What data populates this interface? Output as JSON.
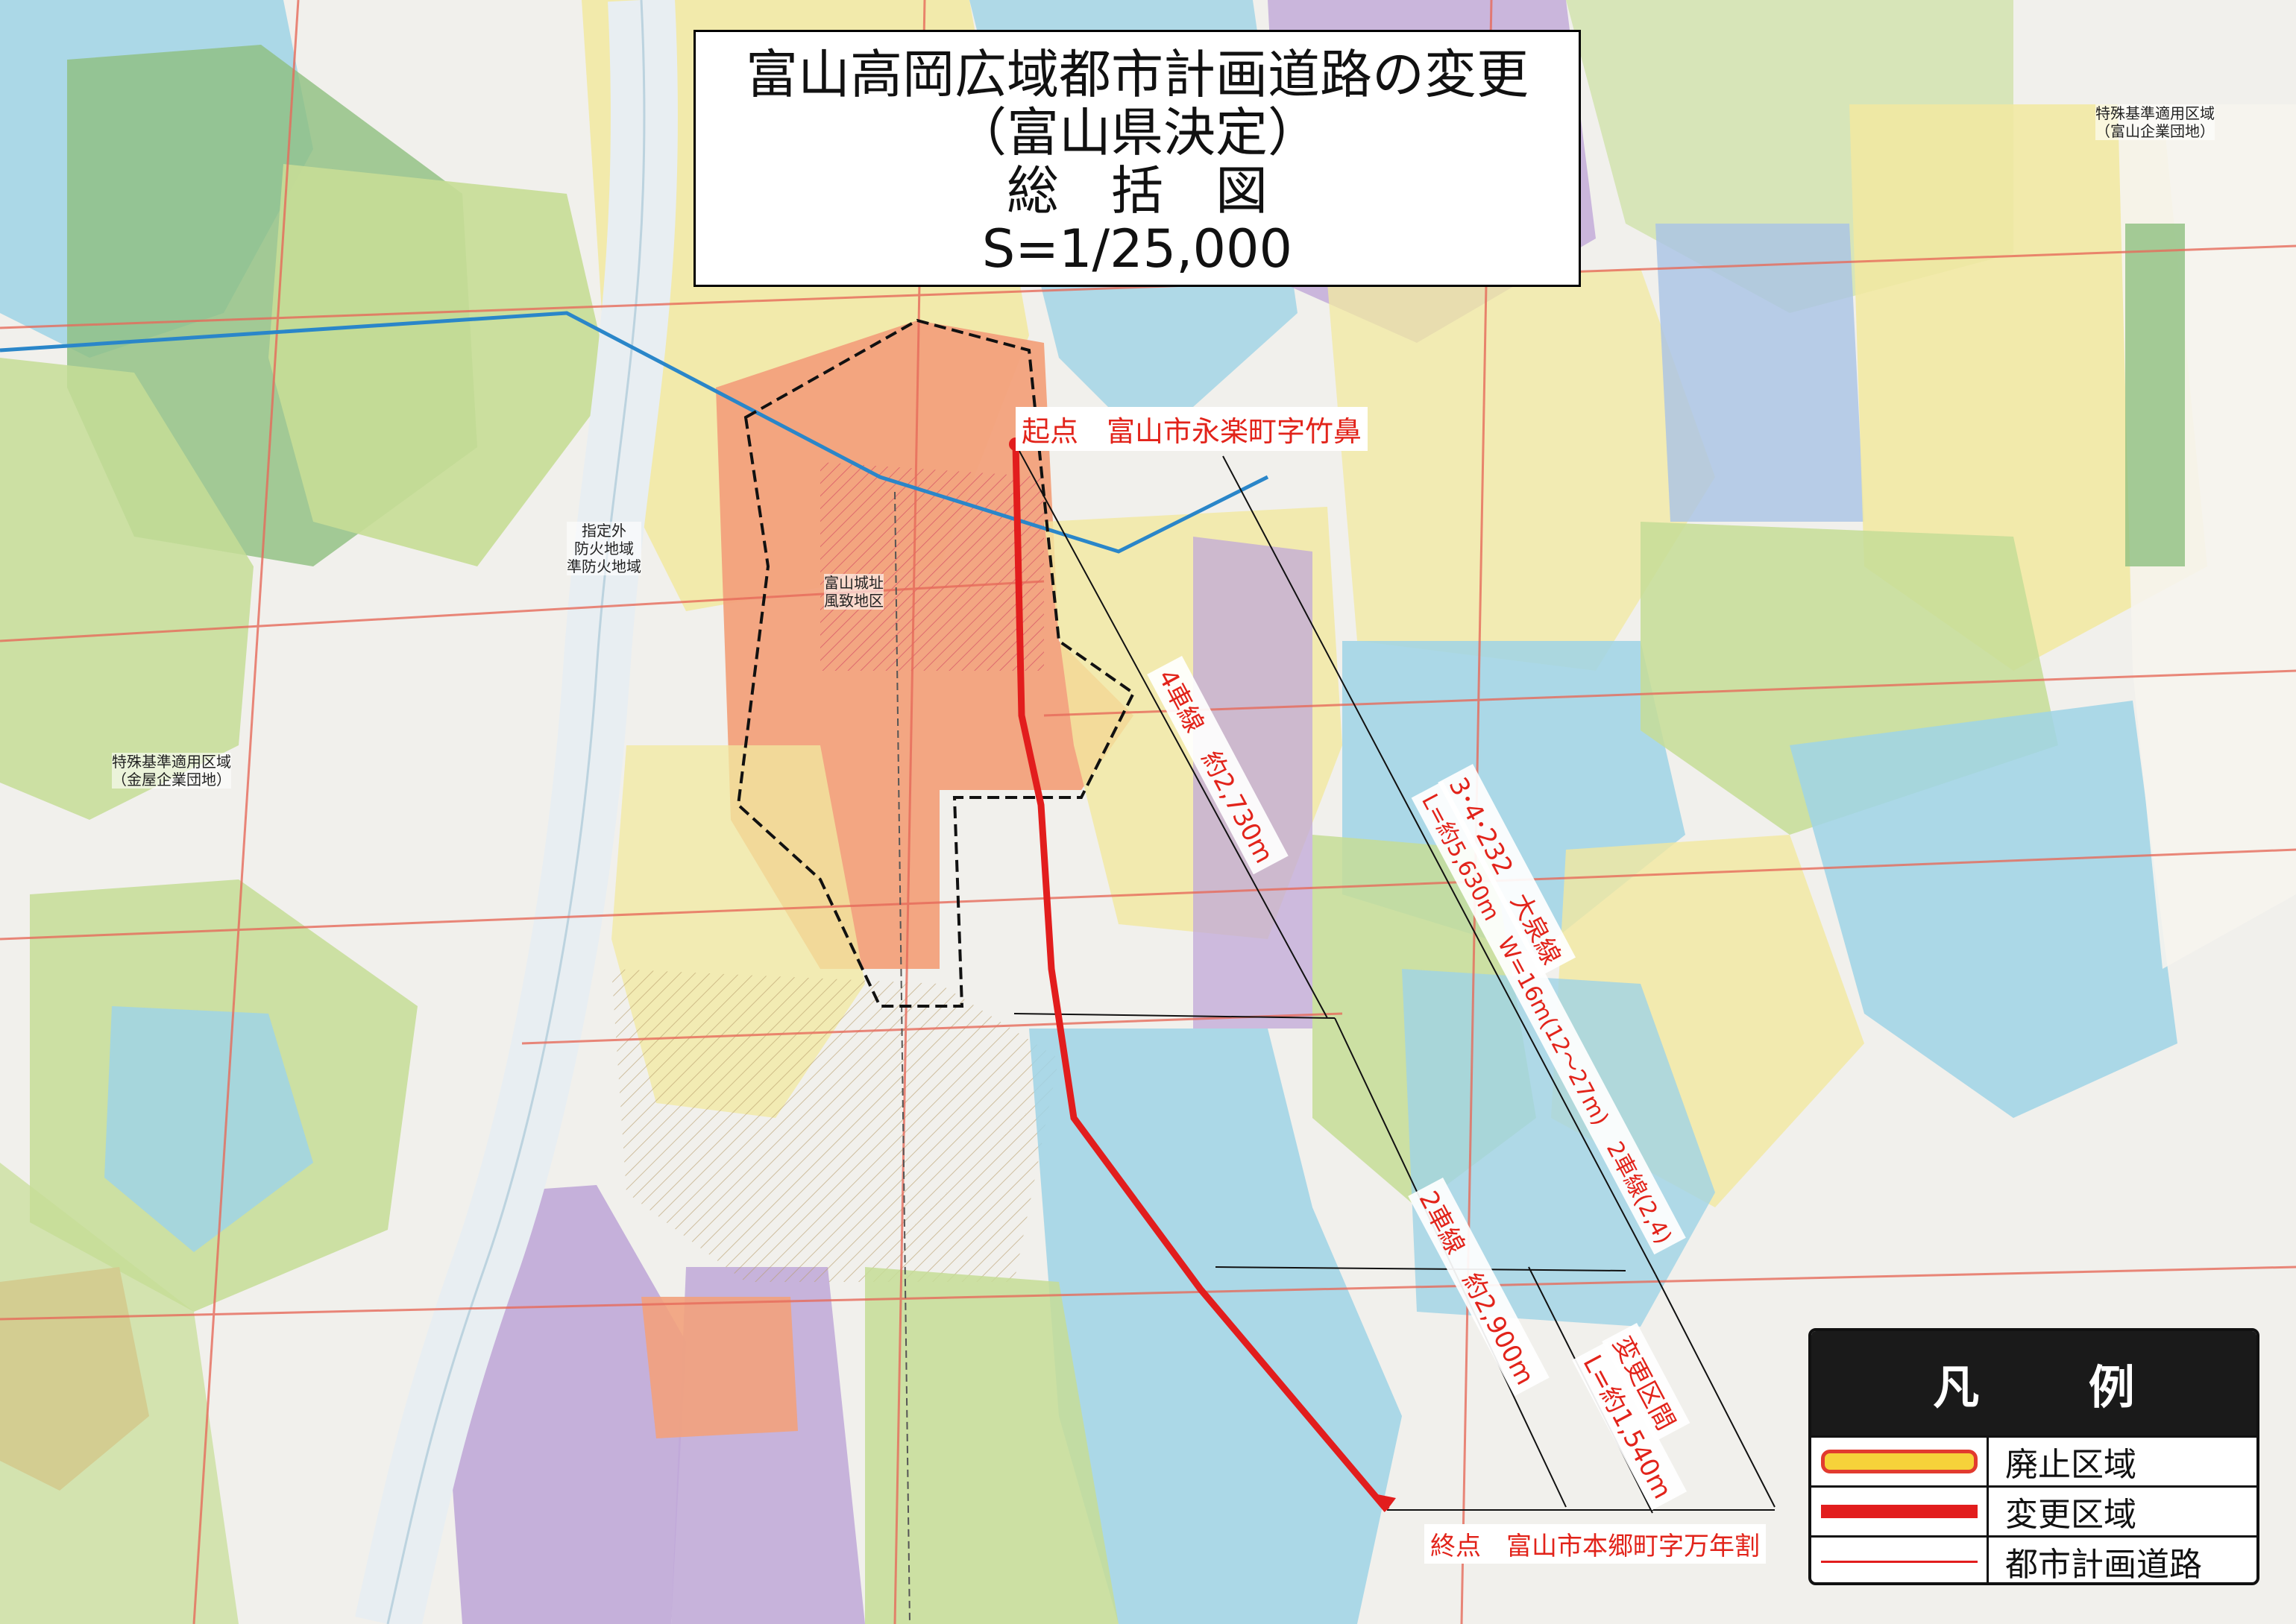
{
  "title": {
    "line1": "富山高岡広域都市計画道路の変更",
    "line2": "（富山県決定）",
    "line3": "総　括　図",
    "line4": "S=1/25,000"
  },
  "route": {
    "start_label": "起点　富山市永楽町字竹鼻",
    "end_label": "終点　富山市本郷町字万年割",
    "four_lane": "4車線　約2,730m",
    "road_name_line1": "3･4･232　大泉線",
    "road_name_line2": "L=約5,630m　W=16m(12～27m)　2車線(2,4)",
    "two_lane": "2車線　約2,900m",
    "change_section_line1": "変更区間",
    "change_section_line2": "L=約1,540m",
    "color": "#e21d1d"
  },
  "map_labels": {
    "industrial_left_1": "特殊基準適用区域",
    "industrial_left_2": "（金屋企業団地）",
    "industrial_right_1": "特殊基準適用区域",
    "industrial_right_2": "（富山企業団地）",
    "fire_1": "指定外",
    "fire_2": "防火地域",
    "fire_3": "準防火地域",
    "castle_1": "富山城址",
    "castle_2": "風致地区"
  },
  "legend": {
    "title_1": "凡",
    "title_2": "例",
    "items": [
      {
        "label": "廃止区域",
        "icon": "abolished-section-symbol"
      },
      {
        "label": "変更区域",
        "icon": "changed-section-symbol"
      },
      {
        "label": "都市計画道路",
        "icon": "planned-road-symbol"
      }
    ]
  },
  "zone_colors": {
    "commercial": "#f2a17c",
    "residential_blue": "#9fd3e6",
    "residential_green": "#c6dd96",
    "residential_yellow": "#f2e9a0",
    "industrial_purple": "#c0a8d8",
    "park": "#8fbf7f"
  }
}
